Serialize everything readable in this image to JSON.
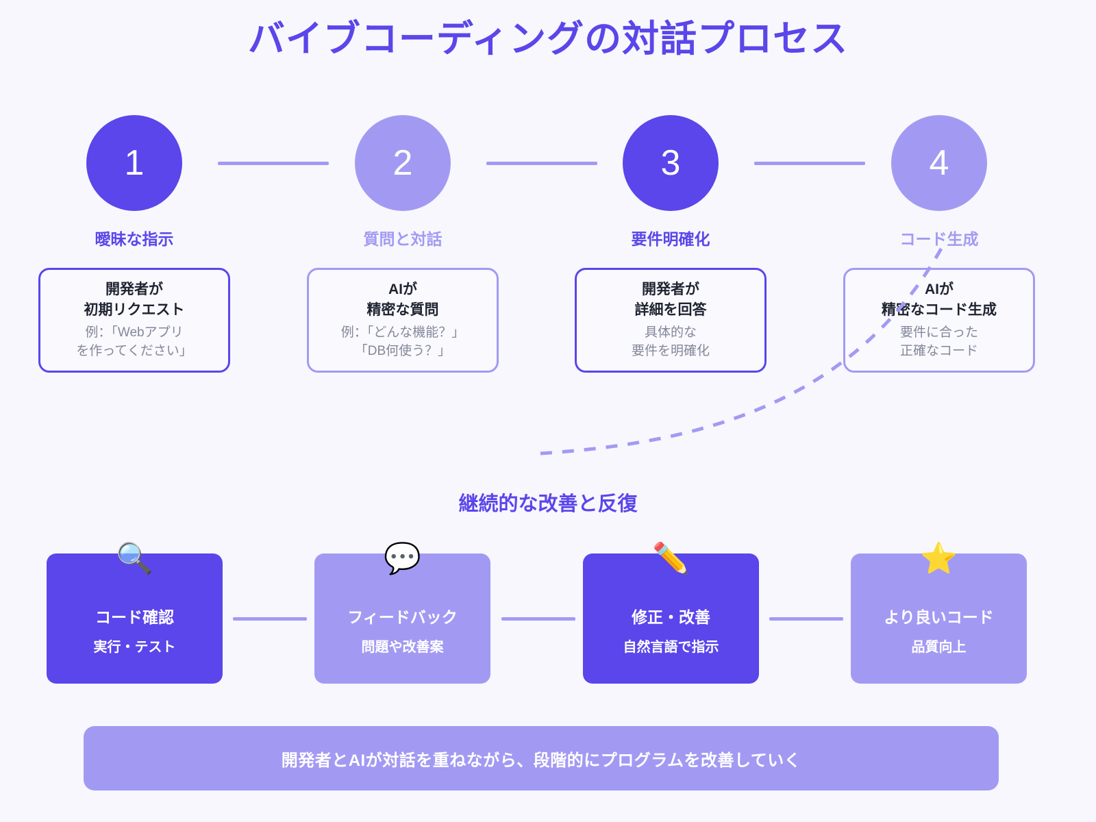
{
  "title": "バイブコーディングの対話プロセス",
  "colors": {
    "background": "#f7f7fd",
    "primary_dark": "#5a46ea",
    "primary_light": "#a29af2",
    "card_bg": "#f9f9fe",
    "title_color": "#5a46ea",
    "body_text": "#1f2330",
    "muted_text": "#848799"
  },
  "steps": [
    {
      "number": "1",
      "label": "曖昧な指示",
      "tone": "dark"
    },
    {
      "number": "2",
      "label": "質問と対話",
      "tone": "light"
    },
    {
      "number": "3",
      "label": "要件明確化",
      "tone": "dark"
    },
    {
      "number": "4",
      "label": "コード生成",
      "tone": "light"
    }
  ],
  "detail_cards": [
    {
      "title": "開発者が\n初期リクエスト",
      "subtitle": "例：「Webアプリ\nを作ってください」",
      "tone": "dark"
    },
    {
      "title": "AIが\n精密な質問",
      "subtitle": "例：「どんな機能？」\n「DB何使う？」",
      "tone": "light"
    },
    {
      "title": "開発者が\n詳細を回答",
      "subtitle": "具体的な\n要件を明確化",
      "tone": "dark"
    },
    {
      "title": "AIが\n精密なコード生成",
      "subtitle": "要件に合った\n正確なコード",
      "tone": "light"
    }
  ],
  "section_heading": "継続的な改善と反復",
  "iteration_cards": [
    {
      "emoji": "🔍",
      "icon_name": "magnifying-glass-icon",
      "title": "コード確認",
      "subtitle": "実行・テスト",
      "tone": "dark"
    },
    {
      "emoji": "💬",
      "icon_name": "speech-balloon-icon",
      "title": "フィードバック",
      "subtitle": "問題や改善案",
      "tone": "light"
    },
    {
      "emoji": "✏️",
      "icon_name": "pencil-icon",
      "title": "修正・改善",
      "subtitle": "自然言語で指示",
      "tone": "dark"
    },
    {
      "emoji": "⭐",
      "icon_name": "star-icon",
      "title": "より良いコード",
      "subtitle": "品質向上",
      "tone": "light"
    }
  ],
  "footer": {
    "text": "開発者とAIが対話を重ねながら、段階的にプログラムを改善していく"
  }
}
